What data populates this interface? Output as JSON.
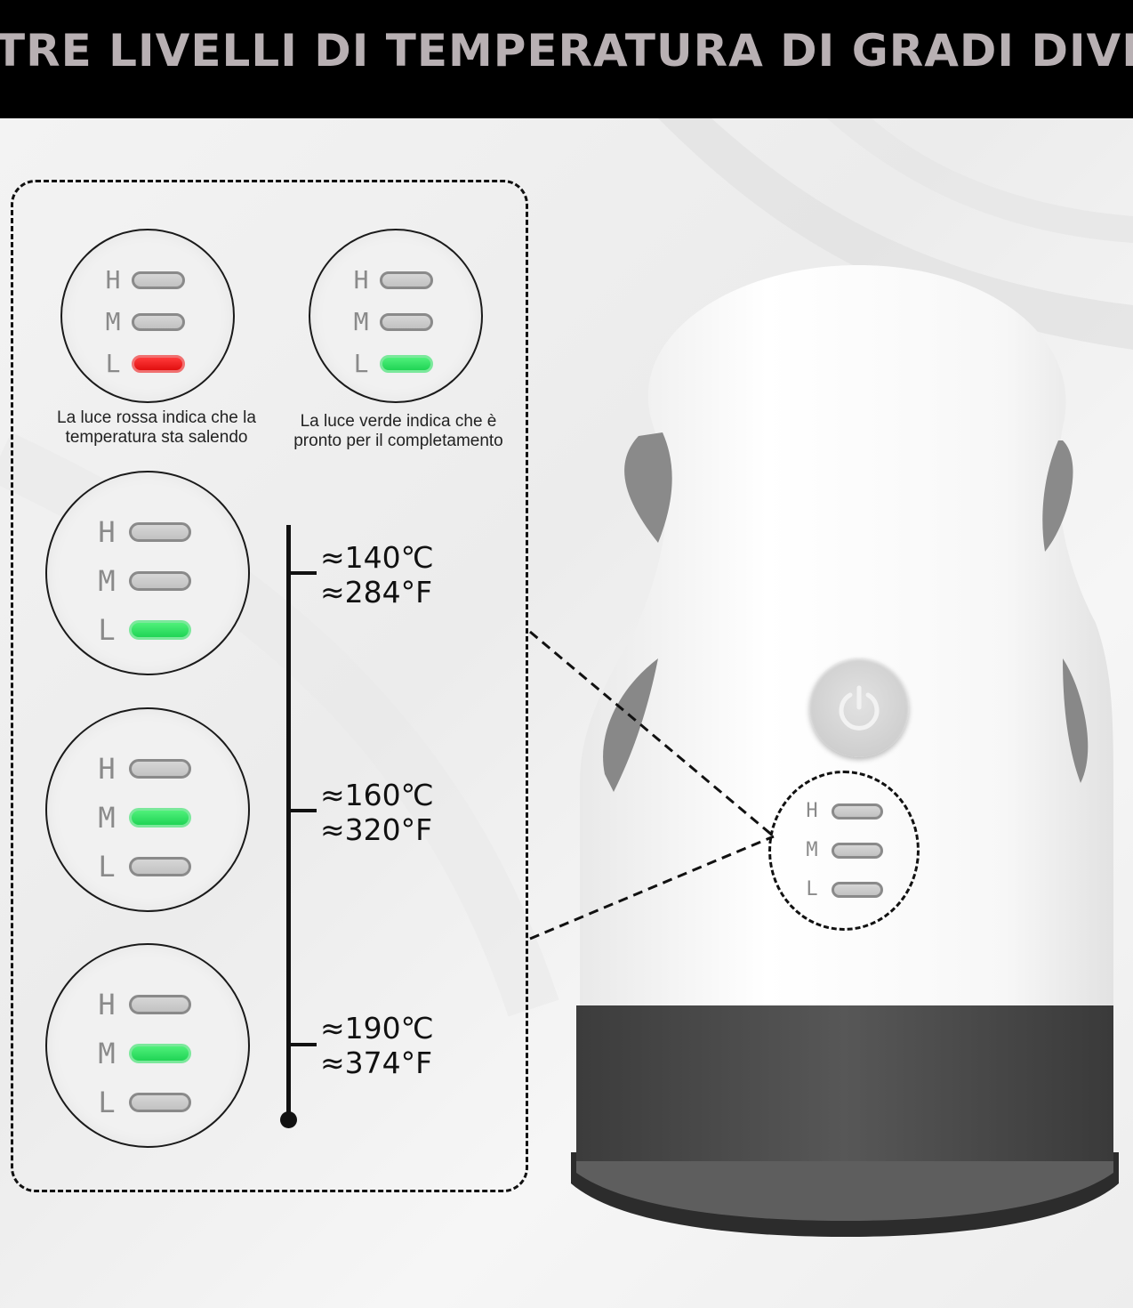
{
  "header": {
    "title": "TRE LIVELLI DI TEMPERATURA DI GRADI DIVERSI"
  },
  "levels": {
    "h": "H",
    "m": "M",
    "l": "L"
  },
  "status_indicators": [
    {
      "lit": "L",
      "color": "red",
      "caption": "La luce rossa indica che la temperatura sta salendo"
    },
    {
      "lit": "L",
      "color": "green",
      "caption": "La luce verde indica che è pronto per il completamento"
    }
  ],
  "temperature_levels": [
    {
      "lit": "L",
      "color": "green",
      "celsius": "≈140℃",
      "fahrenheit": "≈284°F"
    },
    {
      "lit": "M",
      "color": "green",
      "celsius": "≈160℃",
      "fahrenheit": "≈320°F"
    },
    {
      "lit": "M",
      "color": "green",
      "celsius": "≈190℃",
      "fahrenheit": "≈374°F"
    }
  ],
  "colors": {
    "red": "#e81414",
    "green": "#2ddc5e",
    "off": "#c8c8c8",
    "base": "#4a4a4a"
  },
  "icons": {
    "power": "power-icon"
  }
}
